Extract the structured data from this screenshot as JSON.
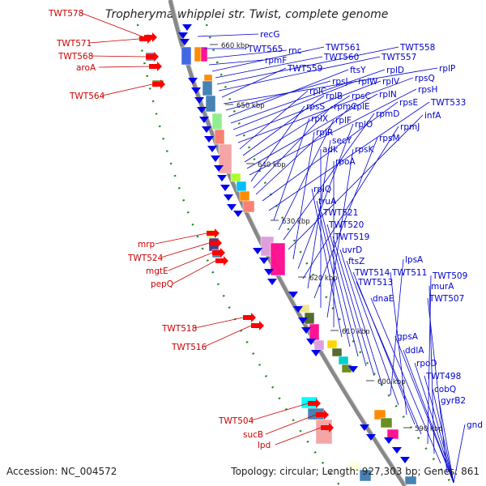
{
  "title": "Tropheryma whipplei str. Twist, complete genome",
  "footer": {
    "accession": "Accession: NC_004572",
    "summary": "Topology: circular; Length: 927,303 bp; Genes: 861"
  },
  "colors": {
    "forward_label": "#cc0000",
    "reverse_label": "#0000cc",
    "backbone": "#888888",
    "tick": "#228b22"
  },
  "scale_marks": [
    "660 kbp",
    "650 kbp",
    "640 kbp",
    "630 kbp",
    "620 kbp",
    "610 kbp",
    "600 kbp",
    "590 kbp"
  ],
  "forward_labels": [
    "TWT578",
    "TWT571",
    "TWT568",
    "aroA",
    "TWT564",
    "mrp",
    "TWT524",
    "mgtE",
    "pepQ",
    "TWT518",
    "TWT516",
    "TWT504",
    "sucB",
    "lpd"
  ],
  "reverse_labels": [
    "recG",
    "TWT565",
    "rnc",
    "rpmF",
    "TWT561",
    "TWT560",
    "TWT558",
    "TWT557",
    "TWT559",
    "rplP",
    "rpsJ",
    "ftsY",
    "rplD",
    "rplW",
    "rplV",
    "rpsQ",
    "rplC",
    "rplB",
    "rpsC",
    "rplN",
    "rpsH",
    "rpsS",
    "rpmC",
    "rplE",
    "rpsE",
    "TWT533",
    "rplX",
    "rplF",
    "rpmD",
    "infA",
    "rplR",
    "rplO",
    "rpmJ",
    "secY",
    "rpsM",
    "adk",
    "rpsK",
    "rpoA",
    "rplQ",
    "truA",
    "TWT521",
    "TWT520",
    "TWT519",
    "uvrD",
    "lpsA",
    "ftsZ",
    "TWT511",
    "TWT514",
    "TWT513",
    "TWT509",
    "murA",
    "dnaE",
    "TWT507",
    "gpsA",
    "ddlA",
    "rpoD",
    "TWT498",
    "cobQ",
    "gyrB2",
    "gnd"
  ]
}
